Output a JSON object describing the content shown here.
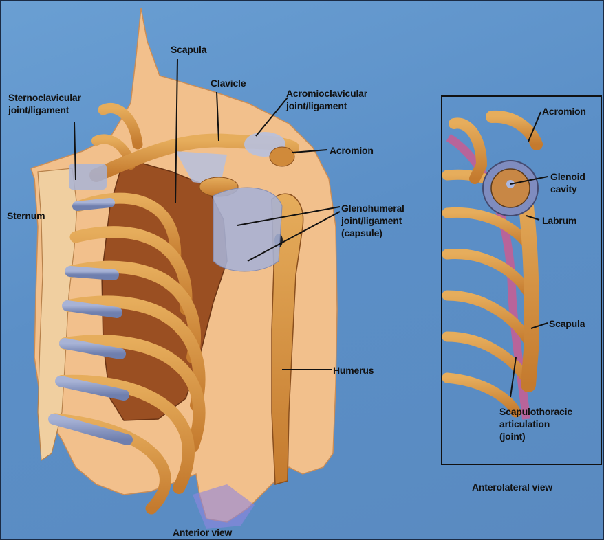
{
  "labels": {
    "scapula_main": "Scapula",
    "clavicle": "Clavicle",
    "sternoclavicular": "Sternoclavicular\njoint/ligament",
    "acromioclavicular": "Acromioclavicular\njoint/ligament",
    "acromion_main": "Acromion",
    "sternum": "Sternum",
    "glenohumeral": "Glenohumeral\njoint/ligament\n(capsule)",
    "humerus": "Humerus",
    "anterior_view": "Anterior view",
    "acromion_inset": "Acromion",
    "glenoid": "Glenoid\ncavity",
    "labrum": "Labrum",
    "scapula_inset": "Scapula",
    "scapulothoracic": "Scapulothoracic\narticulation\n(joint)",
    "anterolateral_view": "Anterolateral view"
  },
  "colors": {
    "background": "#5b8fc7",
    "skin": "#f2c08c",
    "bone": "#d9973f",
    "bone_dark": "#8a4f1e",
    "cartilage": "#8f9cc4",
    "ligament": "#aab6d8",
    "leader": "#111111"
  }
}
